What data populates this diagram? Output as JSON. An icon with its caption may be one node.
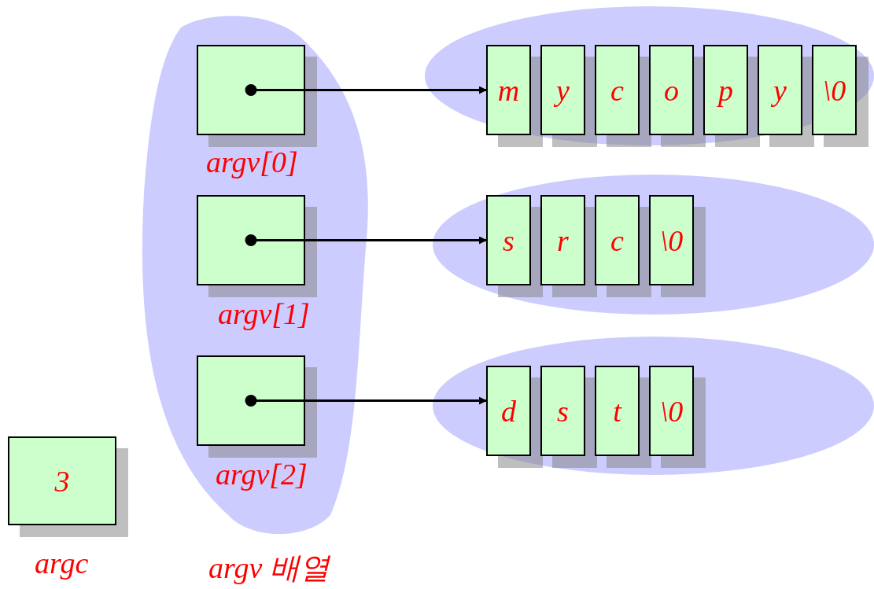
{
  "diagram": {
    "nodes": [
      {
        "text": [
          "*argv* 배열"
        ]
      },
      {
        "text": [],
        "shape": "box",
        "beside": [
          "argv[0]"
        ],
        "in": 0
      },
      {
        "text": [],
        "shape": "box",
        "beside": [
          "argv[1]"
        ],
        "in": 0
      },
      {
        "text": [],
        "shape": "box",
        "beside": [
          "argv[2]"
        ],
        "in": 0
      },
      {
        "text": [],
        "shape": "ellipse"
      },
      {
        "text": [
          "m"
        ],
        "in": 4
      },
      {
        "text": [
          "y"
        ],
        "in": 4
      },
      {
        "text": [
          "c"
        ],
        "in": 4
      },
      {
        "text": [
          "o"
        ],
        "in": 4
      },
      {
        "text": [
          "p"
        ],
        "in": 4
      },
      {
        "text": [
          "y"
        ],
        "in": 4
      },
      {
        "text": [
          "\\0"
        ],
        "in": 4
      },
      {
        "text": [],
        "shape": "ellipse"
      },
      {
        "text": [
          "s"
        ],
        "in": 12
      },
      {
        "text": [
          "r"
        ],
        "in": 12
      },
      {
        "text": [
          "c"
        ],
        "in": 12
      },
      {
        "text": [
          "\\0"
        ],
        "in": 12
      },
      {
        "text": [],
        "shape": "ellipse"
      },
      {
        "text": [
          "d"
        ],
        "in": 17
      },
      {
        "text": [
          "s"
        ],
        "in": 17
      },
      {
        "text": [
          "t"
        ],
        "in": 17
      },
      {
        "text": [
          "\\0"
        ],
        "in": 17
      },
      {
        "text": [
          "3"
        ],
        "beside": [
          "argc"
        ]
      }
    ],
    "edges": [
      {
        "from": 1,
        "to": 5,
        "arrow": "to"
      },
      {
        "from": 2,
        "to": 13,
        "arrow": "to"
      },
      {
        "from": 3,
        "to": 18,
        "arrow": "to"
      }
    ]
  }
}
